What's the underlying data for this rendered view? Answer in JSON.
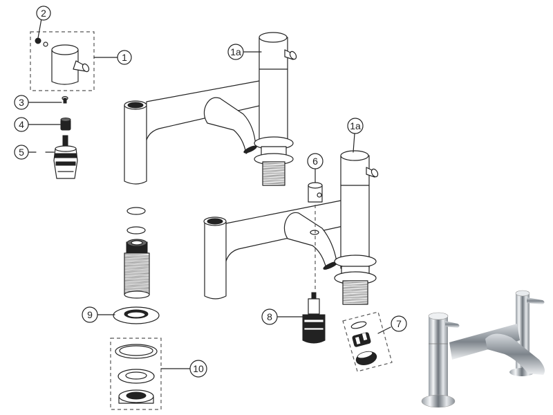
{
  "diagram": {
    "title": "Bath filler tap exploded parts diagram",
    "callouts": [
      {
        "id": "c1",
        "label": "1",
        "part": "handle"
      },
      {
        "id": "c1a-top",
        "label": "1a",
        "part": "tap-body-handle"
      },
      {
        "id": "c1a-bottom",
        "label": "1a",
        "part": "tap-body-handle"
      },
      {
        "id": "c2",
        "label": "2",
        "part": "grub-screw-and-cap"
      },
      {
        "id": "c3",
        "label": "3",
        "part": "screw"
      },
      {
        "id": "c4",
        "label": "4",
        "part": "adaptor"
      },
      {
        "id": "c5",
        "label": "5",
        "part": "valve-cartridge"
      },
      {
        "id": "c6",
        "label": "6",
        "part": "diverter-knob"
      },
      {
        "id": "c7",
        "label": "7",
        "part": "aerator-kit"
      },
      {
        "id": "c8",
        "label": "8",
        "part": "diverter-cartridge"
      },
      {
        "id": "c9",
        "label": "9",
        "part": "washer"
      },
      {
        "id": "c10",
        "label": "10",
        "part": "fixing-kit"
      }
    ]
  }
}
